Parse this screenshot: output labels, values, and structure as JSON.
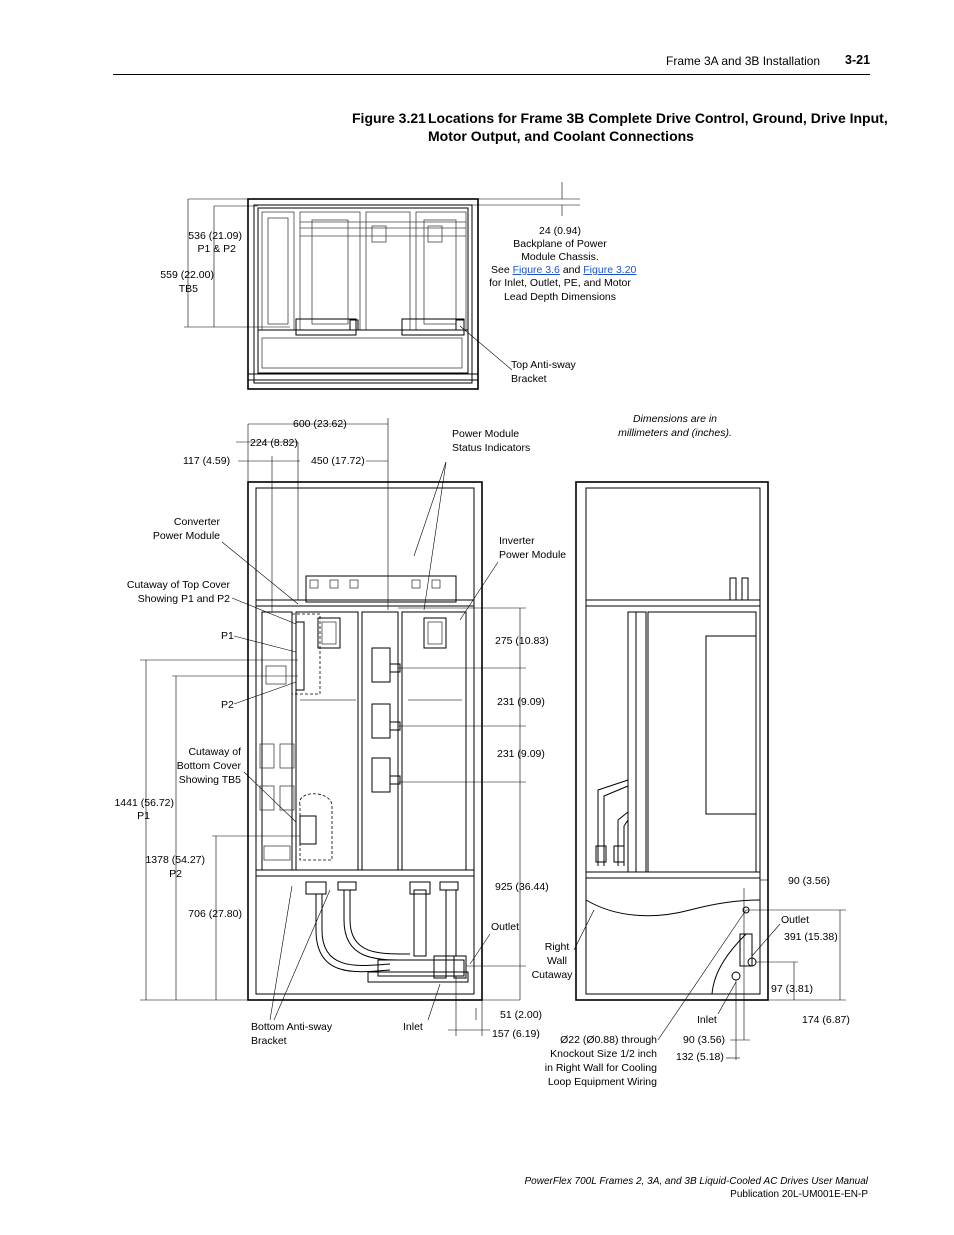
{
  "header": {
    "section": "Frame 3A and 3B Installation",
    "page": "3-21"
  },
  "figure": {
    "label": "Figure 3.21",
    "title_line1": "Locations for Frame 3B Complete Drive Control, Ground, Drive Input,",
    "title_line2": "Motor Output, and Coolant Connections"
  },
  "top_view": {
    "dim_536": "536 (21.09)",
    "dim_536_sub": "P1 & P2",
    "dim_559": "559 (22.00)",
    "dim_559_sub": "TB5",
    "backplane": {
      "line1": "24 (0.94)",
      "line2": "Backplane of Power",
      "line3": "Module Chassis.",
      "see": "See",
      "link1": "Figure 3.6",
      "and": "and",
      "link2": "Figure 3.20",
      "line5": "for Inlet, Outlet, PE, and Motor",
      "line6": "Lead Depth Dimensions"
    },
    "top_bracket_l1": "Top Anti-sway",
    "top_bracket_l2": "Bracket"
  },
  "note": {
    "line1": "Dimensions are in",
    "line2": "millimeters and (inches)."
  },
  "front_view": {
    "dim_600": "600 (23.62)",
    "dim_224": "224 (8.82)",
    "dim_117": "117 (4.59)",
    "dim_450": "450 (17.72)",
    "psi_l1": "Power Module",
    "psi_l2": "Status Indicators",
    "conv_l1": "Converter",
    "conv_l2": "Power Module",
    "inv_l1": "Inverter",
    "inv_l2": "Power Module",
    "cut_top_l1": "Cutaway of Top Cover",
    "cut_top_l2": "Showing P1 and P2",
    "p1": "P1",
    "p2": "P2",
    "dim_275": "275 (10.83)",
    "dim_231a": "231 (9.09)",
    "dim_231b": "231 (9.09)",
    "cut_bot_l1": "Cutaway of",
    "cut_bot_l2": "Bottom Cover",
    "cut_bot_l3": "Showing TB5",
    "dim_1441": "1441 (56.72)",
    "dim_1441_sub": "P1",
    "dim_1378": "1378 (54.27)",
    "dim_1378_sub": "P2",
    "dim_706": "706 (27.80)",
    "dim_925": "925 (36.44)",
    "outlet": "Outlet",
    "dim_51": "51 (2.00)",
    "dim_157": "157 (6.19)",
    "inlet": "Inlet",
    "bot_bracket_l1": "Bottom Anti-sway",
    "bot_bracket_l2": "Bracket"
  },
  "side_view": {
    "dim_90a": "90 (3.56)",
    "outlet": "Outlet",
    "dim_391": "391 (15.38)",
    "right_wall_l1": "Right",
    "right_wall_l2": "Wall",
    "right_wall_l3": "Cutaway",
    "dim_97": "97 (3.81)",
    "inlet": "Inlet",
    "dim_174": "174 (6.87)",
    "dim_90b": "90 (3.56)",
    "dim_132": "132 (5.18)",
    "ko_l1": "Ø22 (Ø0.88) through",
    "ko_l2": "Knockout Size 1/2 inch",
    "ko_l3": "in Right Wall for Cooling",
    "ko_l4": "Loop Equipment Wiring"
  },
  "footer": {
    "manual": "PowerFlex 700L Frames 2, 3A, and 3B Liquid-Cooled AC Drives User Manual",
    "publication": "Publication 20L-UM001E-EN-P"
  }
}
